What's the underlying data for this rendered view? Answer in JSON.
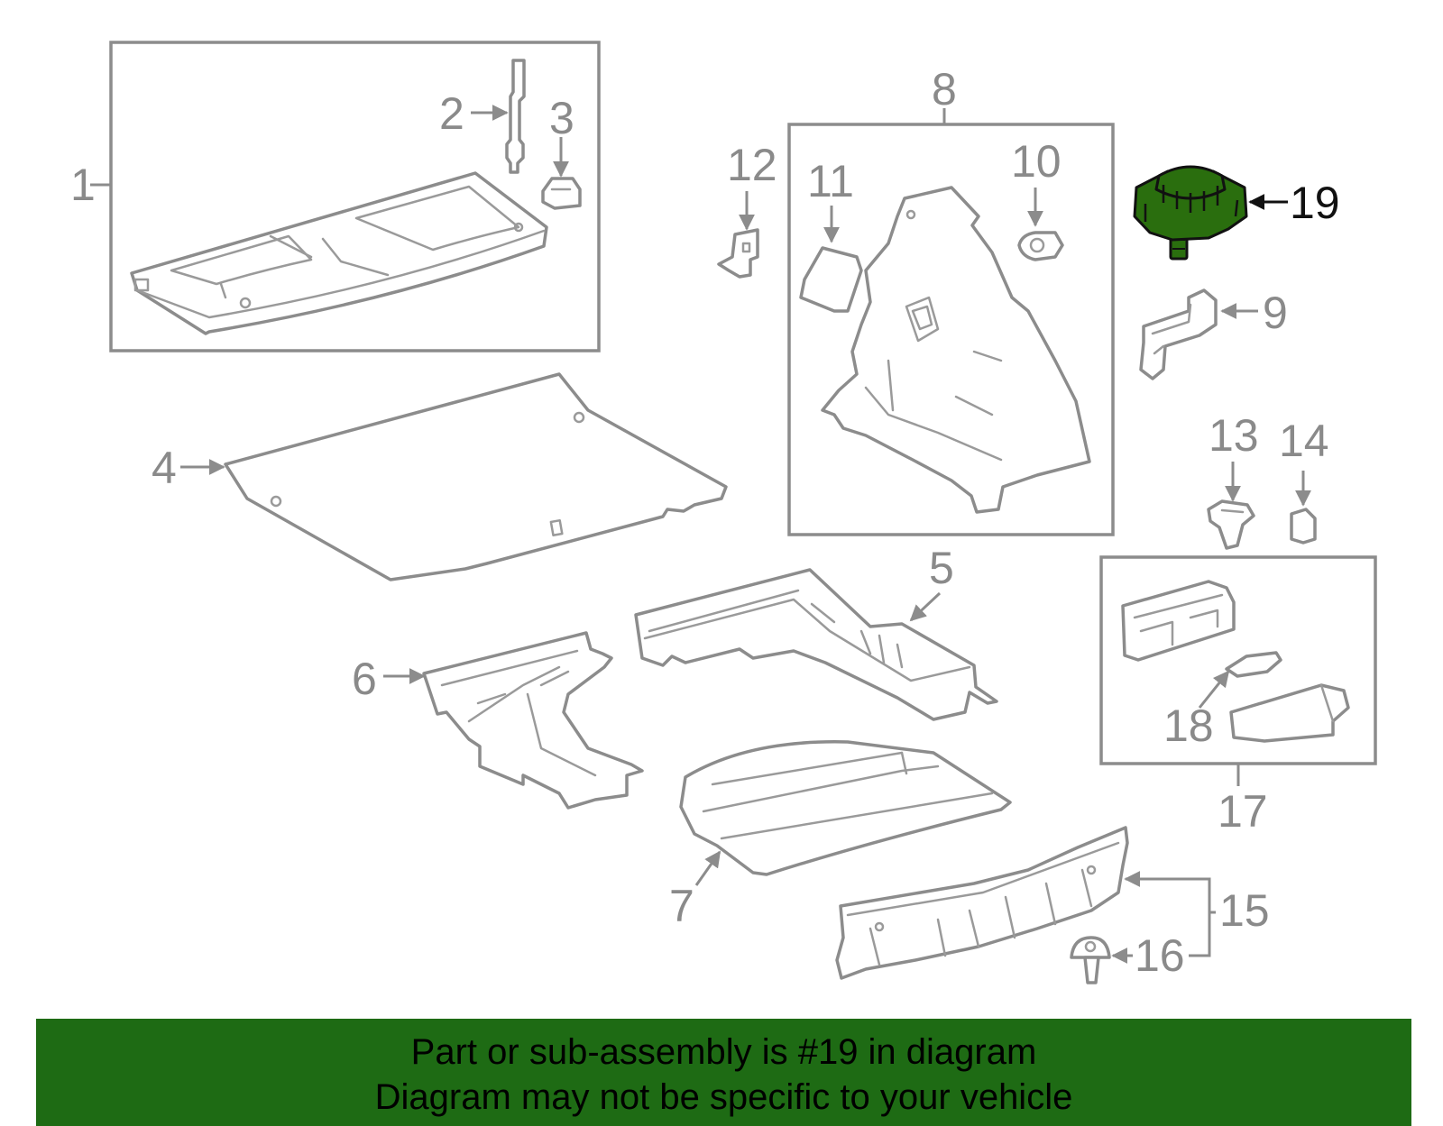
{
  "diagram": {
    "highlight_color": "#2a6e0e",
    "banner_color": "#1e6b14",
    "labels": {
      "n1": "1",
      "n2": "2",
      "n3": "3",
      "n4": "4",
      "n5": "5",
      "n6": "6",
      "n7": "7",
      "n8": "8",
      "n9": "9",
      "n10": "10",
      "n11": "11",
      "n12": "12",
      "n13": "13",
      "n14": "14",
      "n15": "15",
      "n16": "16",
      "n17": "17",
      "n18": "18",
      "n19": "19"
    }
  },
  "banner": {
    "line1": "Part or sub-assembly is #19 in diagram",
    "line2": "Diagram may not be specific to your vehicle"
  }
}
